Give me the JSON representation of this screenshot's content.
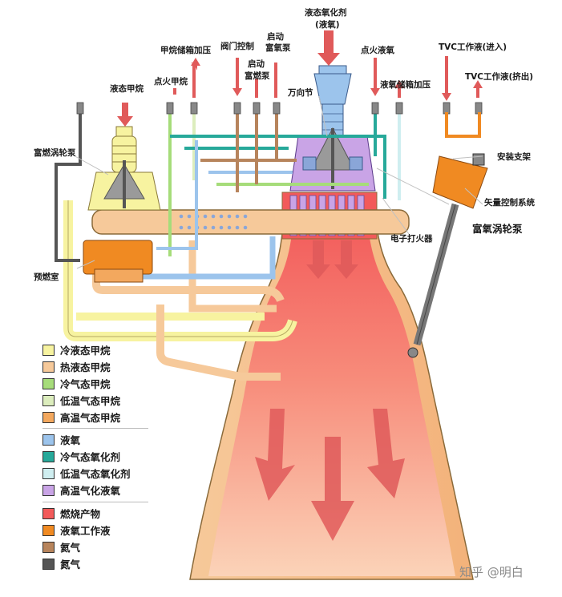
{
  "labels": {
    "lox_inlet": "液态氧化剂",
    "lox_inlet_sub": "(液氧)",
    "ch4_tank_press": "甲烷储箱加压",
    "valve_ctrl": "阀门控制",
    "start_ox_pump": "启动",
    "start_ox_pump2": "富氧泵",
    "start_fuel_pump": "启动",
    "start_fuel_pump2": "富燃泵",
    "ign_lox": "点火液氧",
    "lox_tank_press": "液氧储箱加压",
    "tvc_in": "TVC工作液(进入)",
    "tvc_out": "TVC工作液(挤出)",
    "liquid_methane": "液态甲烷",
    "ign_methane": "点火甲烷",
    "gimbal": "万向节",
    "fuel_rich_turbopump": "富燃涡轮泵",
    "mount_bracket": "安装支架",
    "vector_ctrl": "矢量控制系统",
    "ox_rich_turbopump": "富氧涡轮泵",
    "electric_igniter": "电子打火器",
    "preburner": "预燃室"
  },
  "legend": [
    {
      "label": "冷液态甲烷",
      "color": "#f7f3a0"
    },
    {
      "label": "热液态甲烷",
      "color": "#f6c99a"
    },
    {
      "label": "冷气态甲烷",
      "color": "#a6dc7a"
    },
    {
      "label": "低温气态甲烷",
      "color": "#dcedbd"
    },
    {
      "label": "高温气态甲烷",
      "color": "#f3a85e"
    },
    {
      "label": "液氧",
      "color": "#9cc4ec"
    },
    {
      "label": "冷气态氧化剂",
      "color": "#27a99a"
    },
    {
      "label": "低温气态氧化剂",
      "color": "#cfeef0"
    },
    {
      "label": "高温气化液氧",
      "color": "#c9a4e6"
    },
    {
      "label": "燃烧产物",
      "color": "#f25a5a"
    },
    {
      "label": "液氧工作液",
      "color": "#f08a22"
    },
    {
      "label": "氦气",
      "color": "#b7845c"
    },
    {
      "label": "氮气",
      "color": "#555555"
    }
  ],
  "watermark": "知乎 @明白",
  "colors": {
    "cold_liquid_methane": "#f7f3a0",
    "hot_liquid_methane": "#f6c99a",
    "lox": "#9cc4ec",
    "hot_ox": "#c9a4e6",
    "combustion": "#f25a5a",
    "arrow": "#e05a5a"
  }
}
